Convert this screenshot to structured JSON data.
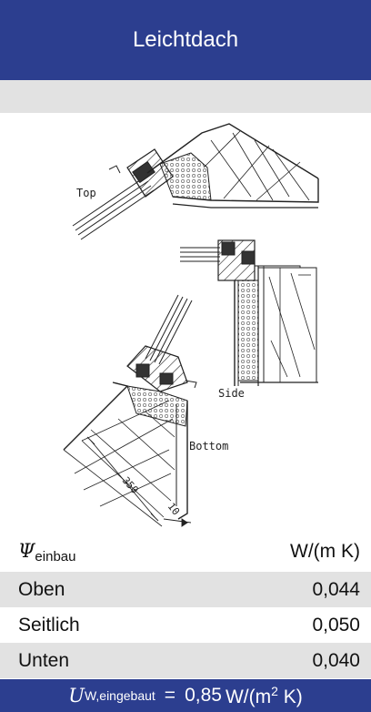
{
  "header": {
    "title": "Leichtdach"
  },
  "drawing": {
    "labels": {
      "top": "Top",
      "side": "Side",
      "bottom": "Bottom"
    },
    "dimensions": {
      "depth": "350",
      "thickness": "10"
    }
  },
  "psi": {
    "symbol": "Ψ",
    "subscript": "einbau",
    "unit": "W/(m K)"
  },
  "rows": [
    {
      "label": "Oben",
      "value": "0,044"
    },
    {
      "label": "Seitlich",
      "value": "0,050"
    },
    {
      "label": "Unten",
      "value": "0,040"
    }
  ],
  "footer": {
    "symbol": "U",
    "subscript": "W,eingebaut",
    "equals": "=",
    "value": "0,85",
    "unit_base": "W/(m",
    "unit_exp": "2",
    "unit_end": " K)"
  },
  "colors": {
    "accent": "#2c3e8f",
    "band": "#e2e2e2"
  }
}
